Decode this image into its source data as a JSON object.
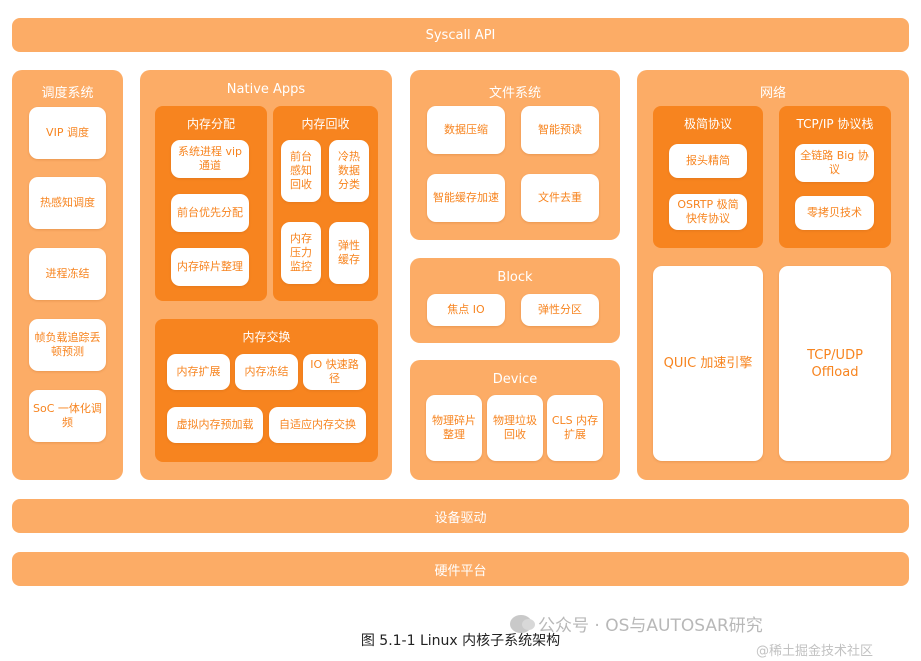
{
  "top_bar": {
    "label": "Syscall API"
  },
  "bottom_bars": {
    "drivers": "设备驱动",
    "hardware": "硬件平台"
  },
  "scheduling": {
    "title": "调度系统",
    "items": [
      "VIP 调度",
      "热感知调度",
      "进程冻结",
      "帧负载追踪丢顿预测",
      "SoC 一体化调频"
    ]
  },
  "native_apps": {
    "title": "Native Apps",
    "mem_alloc": {
      "title": "内存分配",
      "items": [
        "系统进程 vip 通道",
        "前台优先分配",
        "内存碎片整理"
      ]
    },
    "mem_reclaim": {
      "title": "内存回收",
      "items": [
        "前台感知回收",
        "冷热数据分类",
        "内存压力监控",
        "弹性缓存"
      ]
    },
    "mem_swap": {
      "title": "内存交换",
      "items": [
        "内存扩展",
        "内存冻结",
        "IO 快速路径",
        "虚拟内存预加载",
        "自适应内存交换"
      ]
    }
  },
  "filesystem": {
    "title": "文件系统",
    "items": [
      "数据压缩",
      "智能预读",
      "智能缓存加速",
      "文件去重"
    ]
  },
  "block": {
    "title": "Block",
    "items": [
      "焦点 IO",
      "弹性分区"
    ]
  },
  "device": {
    "title": "Device",
    "items": [
      "物理碎片整理",
      "物理垃圾回收",
      "CLS 内存扩展"
    ]
  },
  "network": {
    "title": "网络",
    "minimal": {
      "title": "极简协议",
      "items": [
        "报头精简",
        "OSRTP 极简快传协议"
      ]
    },
    "tcpip": {
      "title": "TCP/IP 协议栈",
      "items": [
        "全链路 Big 协议",
        "零拷贝技术"
      ]
    },
    "quic": "QUIC 加速引擎",
    "tcpudp": "TCP/UDP Offload"
  },
  "caption": "图 5.1-1 Linux 内核子系统架构",
  "watermarks": {
    "wechat": "公众号 · OS与AUTOSAR研究",
    "juejin": "@稀土掘金技术社区"
  },
  "colors": {
    "panel": "#fcac66",
    "inner": "#f7841f",
    "box_text": "#f7841f"
  }
}
